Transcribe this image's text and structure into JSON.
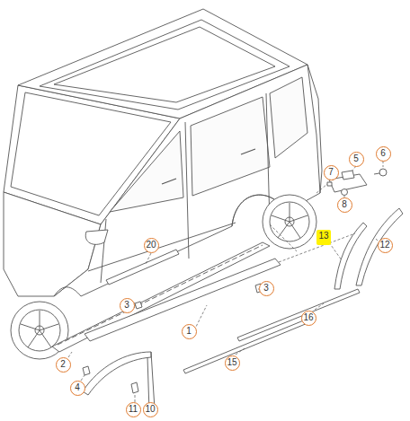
{
  "diagram": {
    "labels": [
      "6",
      "5",
      "7",
      "8",
      "13",
      "12",
      "20",
      "3",
      "3",
      "16",
      "1",
      "15",
      "2",
      "4",
      "11",
      "10"
    ]
  }
}
